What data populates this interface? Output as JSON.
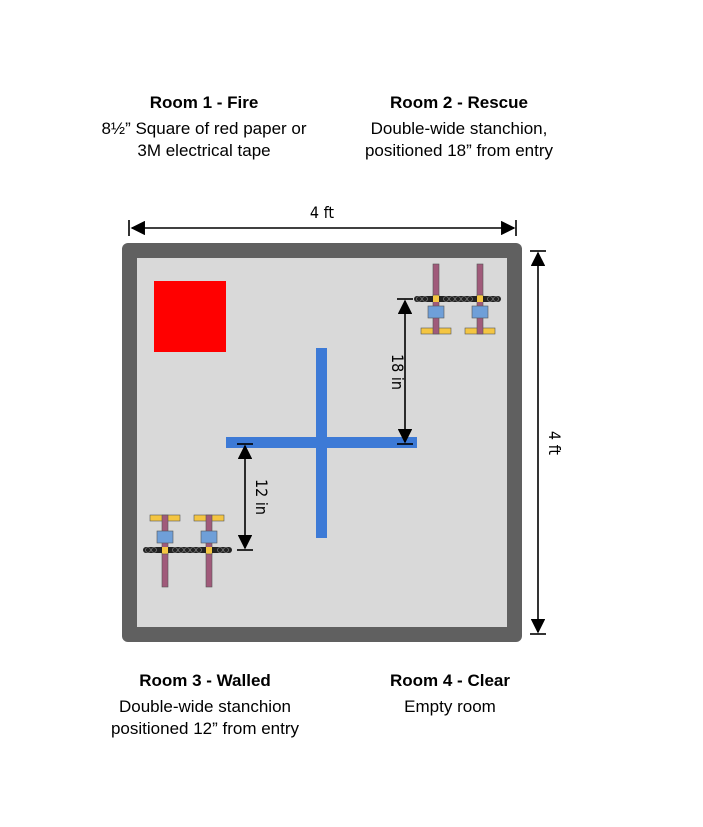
{
  "rooms": [
    {
      "title": "Room 1 - Fire",
      "description": "8½” Square of red paper or 3M electrical tape"
    },
    {
      "title": "Room 2 - Rescue",
      "description": "Double-wide stanchion, positioned 18” from entry"
    },
    {
      "title": "Room 3 - Walled",
      "description": "Double-wide stanchion positioned 12” from entry"
    },
    {
      "title": "Room 4 - Clear",
      "description": "Empty room"
    }
  ],
  "dimensions": {
    "width": "4 ft",
    "height": "4 ft",
    "rescue_offset": "18 in",
    "walled_offset": "12 in"
  },
  "colors": {
    "wall": "#606060",
    "floor": "#d9d9d9",
    "fire_square": "#ff0000",
    "divider": "#3d7ad6",
    "post": "#a05a7a",
    "foot": "#f4c542",
    "bracket": "#6f9fd8",
    "chain": "#222222"
  }
}
